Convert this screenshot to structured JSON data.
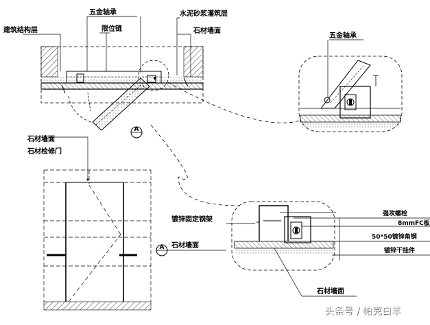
{
  "labels": {
    "building_structure": "建筑结构层",
    "hardware_bearing_top": "五金轴承",
    "limit_chain": "限位链",
    "cement_mortar": "水泥砂浆灌筑层",
    "stone_wall_top": "石材墙面",
    "hardware_bearing_detail": "五金轴承",
    "stone_wall_mid": "石材墙面",
    "stone_door": "石材检修门",
    "galvanized_frame": "镀锌固定钢架",
    "stone_wall_left": "石材墙面",
    "anchor_bolt": "强攻螺栓",
    "fc_board": "8mmFC板",
    "angle_steel": "50*50镀锌角钢",
    "dry_hang": "镀锌干挂件",
    "stone_wall_bottom": "石材墙面"
  },
  "section_marker": "A",
  "watermark": "头条号 / 帕克白羊"
}
